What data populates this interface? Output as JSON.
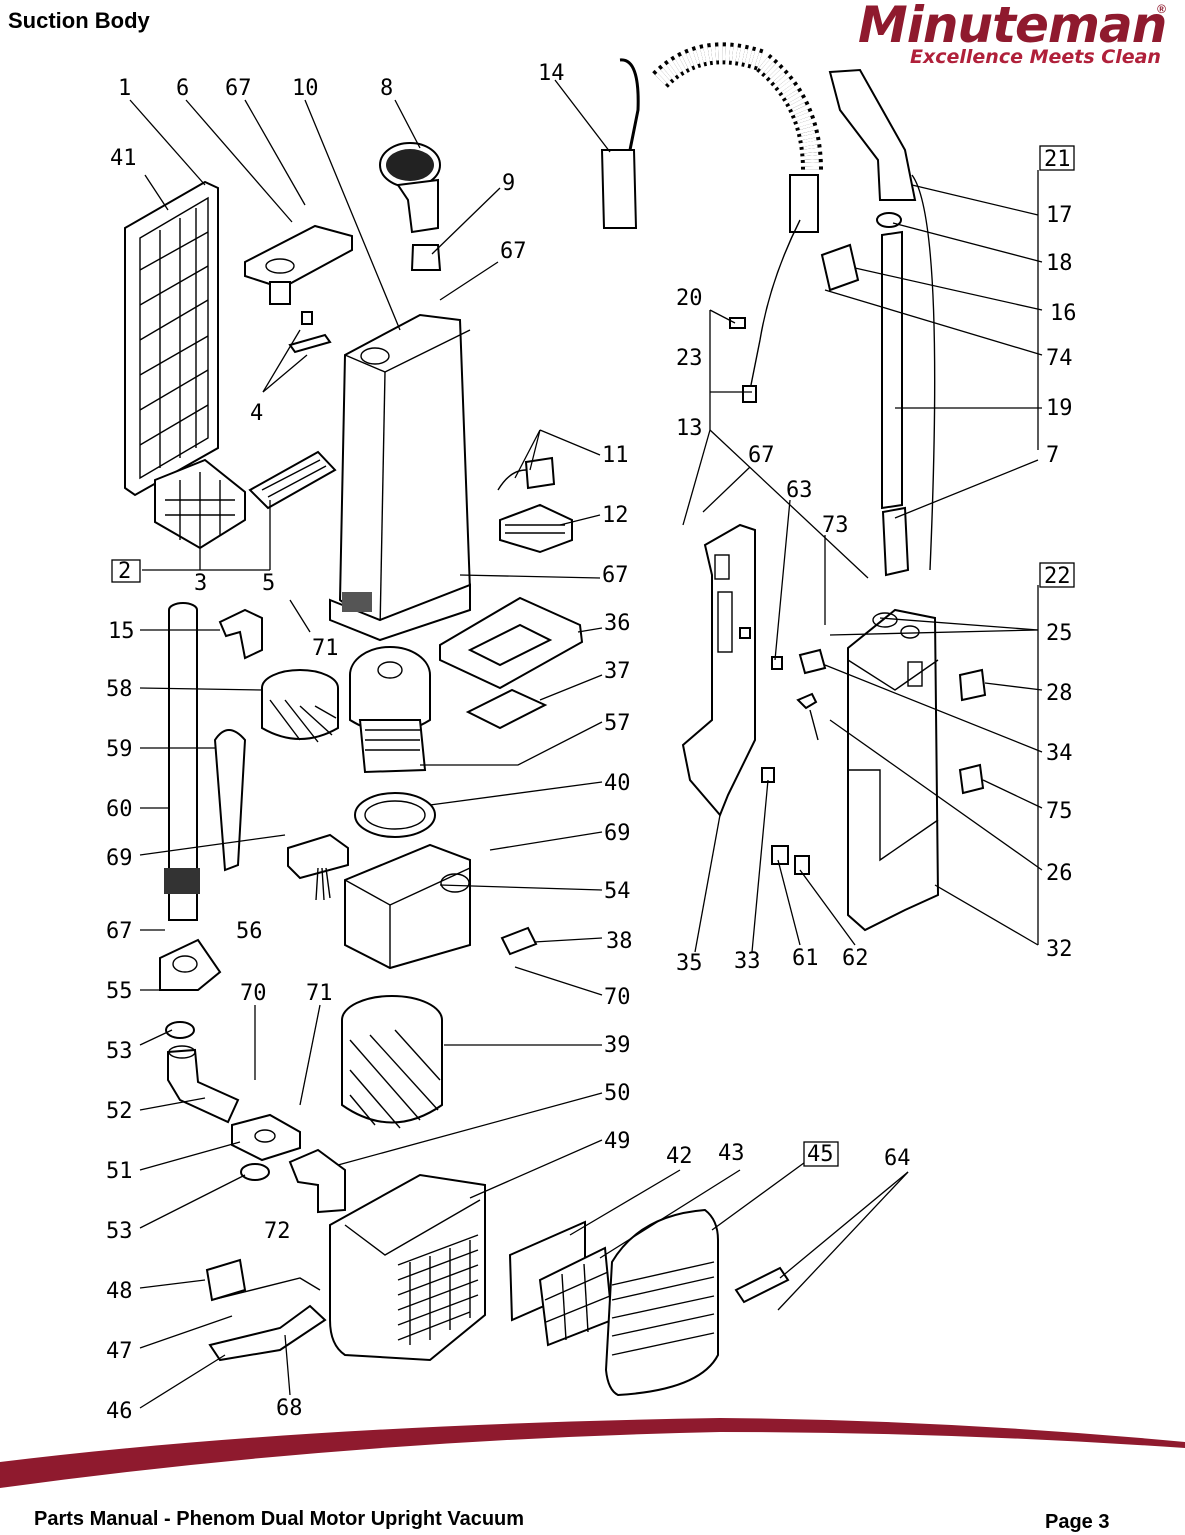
{
  "header": {
    "title": "Suction Body",
    "logo": {
      "brand": "Minuteman",
      "tagline": "Excellence Meets Clean",
      "reg": "®",
      "color": "#8f1a2e"
    }
  },
  "footer": {
    "manual": "Parts Manual - Phenom Dual Motor Upright Vacuum",
    "page": "Page 3",
    "swoosh_color": "#8f1a2e"
  },
  "callouts": {
    "c1": "1",
    "c6": "6",
    "c67a": "67",
    "c10": "10",
    "c8": "8",
    "c14": "14",
    "c41": "41",
    "c9": "9",
    "c67b": "67",
    "c4": "4",
    "c2": "2",
    "c3": "3",
    "c5": "5",
    "c21": "21",
    "c17": "17",
    "c18": "18",
    "c16": "16",
    "c74": "74",
    "c19": "19",
    "c7": "7",
    "c20": "20",
    "c23": "23",
    "c13": "13",
    "c67c": "67",
    "c63": "63",
    "c73": "73",
    "c11": "11",
    "c12": "12",
    "c67d": "67",
    "c36": "36",
    "c37": "37",
    "c57": "57",
    "c40": "40",
    "c69a": "69",
    "c54": "54",
    "c38": "38",
    "c70a": "70",
    "c39": "39",
    "c50": "50",
    "c49": "49",
    "c15": "15",
    "c71a": "71",
    "c58": "58",
    "c59": "59",
    "c60": "60",
    "c69b": "69",
    "c67e": "67",
    "c56": "56",
    "c55": "55",
    "c70b": "70",
    "c71b": "71",
    "c53a": "53",
    "c52": "52",
    "c51": "51",
    "c53b": "53",
    "c72": "72",
    "c48": "48",
    "c47": "47",
    "c46": "46",
    "c68": "68",
    "c42": "42",
    "c43": "43",
    "c45": "45",
    "c64": "64",
    "c22": "22",
    "c25": "25",
    "c28": "28",
    "c34": "34",
    "c75": "75",
    "c26": "26",
    "c32": "32",
    "c35": "35",
    "c33": "33",
    "c61": "61",
    "c62": "62"
  }
}
